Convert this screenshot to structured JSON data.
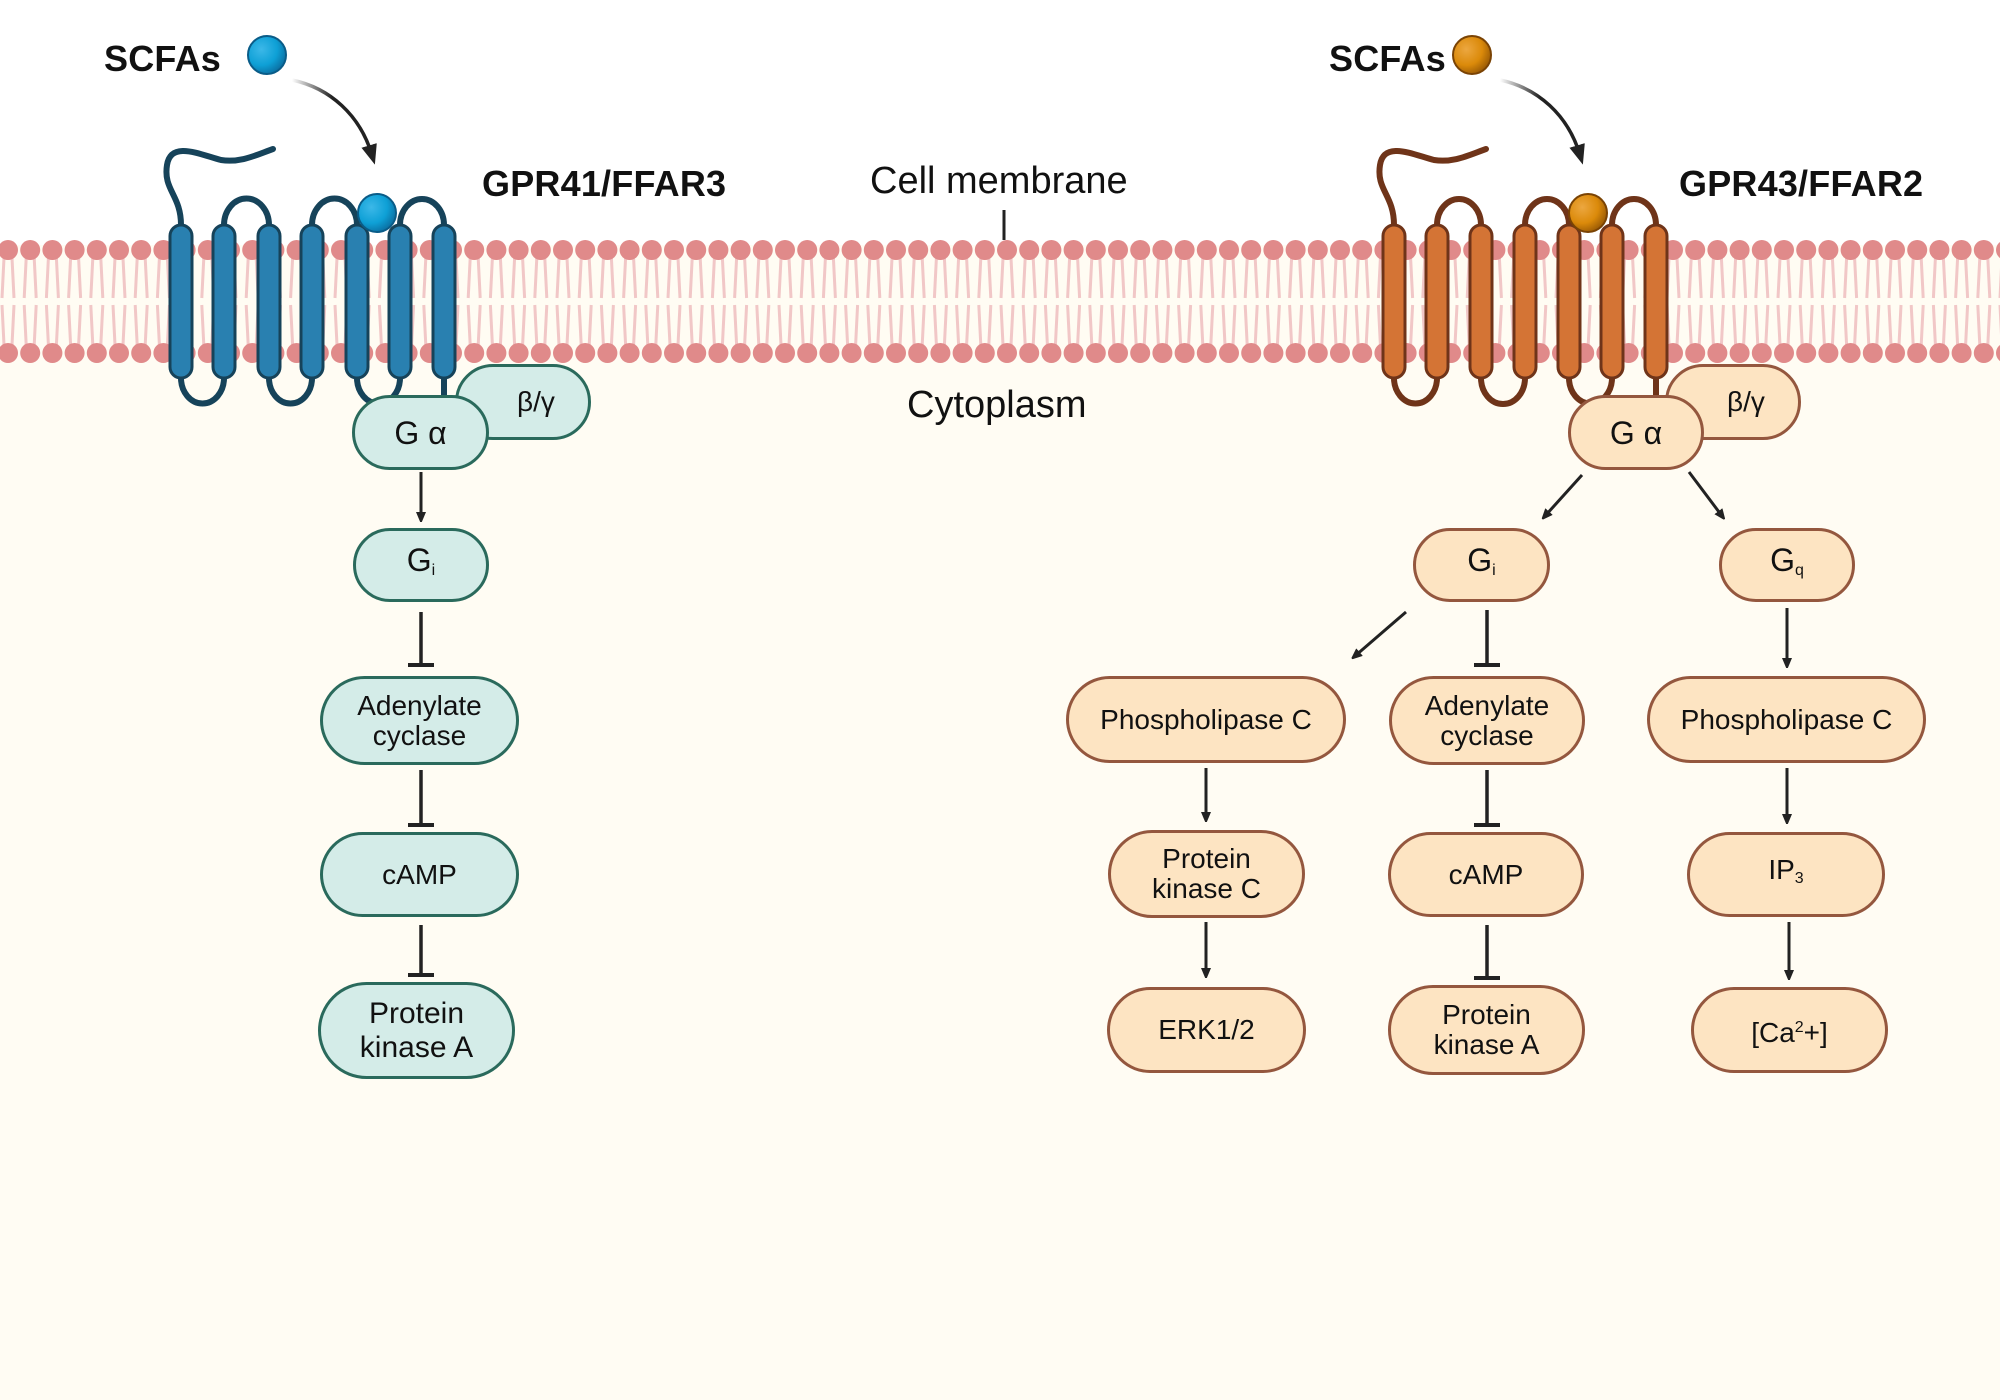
{
  "labels": {
    "left_ligand": "SCFAs",
    "right_ligand": "SCFAs",
    "left_receptor": "GPR41/FFAR3",
    "right_receptor": "GPR43/FFAR2",
    "membrane": "Cell membrane",
    "cytoplasm": "Cytoplasm"
  },
  "colors": {
    "left_receptor": "#2980b0",
    "left_receptor_outline": "#16435a",
    "left_ligand": "#0ea0d6",
    "right_receptor": "#d47435",
    "right_receptor_outline": "#6f3419",
    "right_ligand": "#db8a0a",
    "lipid_head": "#e08a8a",
    "lipid_tail": "#f1c7c7",
    "teal_fill": "#d4ece8",
    "teal_border": "#2a6a5c",
    "peach_fill": "#fde4c2",
    "peach_border": "#94573e",
    "cytoplasm": "#fffcf3"
  },
  "left_pathway": {
    "g_alpha": {
      "main": "G α"
    },
    "beta_gamma": {
      "main": "β/γ"
    },
    "gi": {
      "main": "G",
      "sub": "i"
    },
    "adenylate_cyclase": {
      "line1": "Adenylate",
      "line2": "cyclase"
    },
    "camp": {
      "main": "cAMP"
    },
    "pka": {
      "line1": "Protein",
      "line2": "kinase A"
    }
  },
  "right_pathway": {
    "g_alpha": {
      "main": "G α"
    },
    "beta_gamma": {
      "main": "β/γ"
    },
    "gi": {
      "main": "G",
      "sub": "i"
    },
    "gq": {
      "main": "G",
      "sub": "q"
    },
    "plc_left": {
      "main": "Phospholipase C"
    },
    "adenylate_cyclase": {
      "line1": "Adenylate",
      "line2": "cyclase"
    },
    "plc_right": {
      "main": "Phospholipase C"
    },
    "pkc": {
      "line1": "Protein",
      "line2": "kinase C"
    },
    "camp": {
      "main": "cAMP"
    },
    "ip3": {
      "main": "IP",
      "sub": "3"
    },
    "erk": {
      "main": "ERK1/2"
    },
    "pka": {
      "line1": "Protein",
      "line2": "kinase A"
    },
    "calcium": {
      "pre": "[Ca",
      "sup": "2",
      "post": "+]"
    }
  },
  "edges": [
    {
      "from": "left.g_alpha",
      "to": "left.gi",
      "type": "activation"
    },
    {
      "from": "left.gi",
      "to": "left.adenylate_cyclase",
      "type": "inhibition"
    },
    {
      "from": "left.adenylate_cyclase",
      "to": "left.camp",
      "type": "inhibition"
    },
    {
      "from": "left.camp",
      "to": "left.pka",
      "type": "inhibition"
    },
    {
      "from": "right.g_alpha",
      "to": "right.gi",
      "type": "activation"
    },
    {
      "from": "right.g_alpha",
      "to": "right.gq",
      "type": "activation"
    },
    {
      "from": "right.gi",
      "to": "right.plc_left",
      "type": "activation"
    },
    {
      "from": "right.gi",
      "to": "right.adenylate_cyclase",
      "type": "inhibition"
    },
    {
      "from": "right.plc_left",
      "to": "right.pkc",
      "type": "activation"
    },
    {
      "from": "right.pkc",
      "to": "right.erk",
      "type": "activation"
    },
    {
      "from": "right.adenylate_cyclase",
      "to": "right.camp",
      "type": "inhibition"
    },
    {
      "from": "right.camp",
      "to": "right.pka",
      "type": "inhibition"
    },
    {
      "from": "right.gq",
      "to": "right.plc_right",
      "type": "activation"
    },
    {
      "from": "right.plc_right",
      "to": "right.ip3",
      "type": "activation"
    },
    {
      "from": "right.ip3",
      "to": "right.calcium",
      "type": "activation"
    }
  ]
}
